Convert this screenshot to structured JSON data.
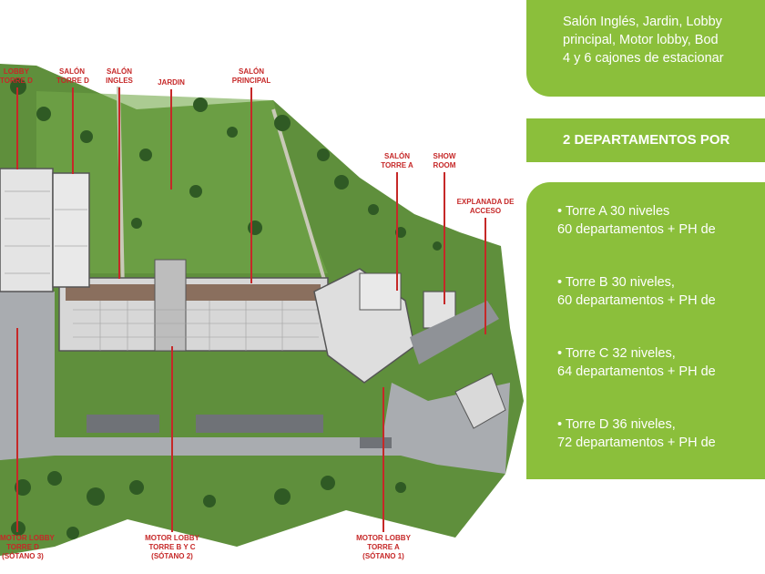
{
  "colors": {
    "accent_green": "#8bbf3b",
    "label_red": "#c62828",
    "lawn": "#5f8f3c",
    "pavement": "#a9acb0"
  },
  "amenities": {
    "lines": [
      "Salón Inglés, Jardin, Lobby",
      "principal, Motor lobby, Bod",
      "4 y 6 cajones de estacionar"
    ]
  },
  "departments": {
    "title": "2 DEPARTAMENTOS POR"
  },
  "towers": [
    {
      "line1": "• Torre A 30 niveles",
      "line2": "60 departamentos + PH de"
    },
    {
      "line1": "• Torre B 30 niveles,",
      "line2": "60 departamentos + PH de"
    },
    {
      "line1": "• Torre C 32 niveles,",
      "line2": "64 departamentos + PH de"
    },
    {
      "line1": "• Torre D 36 niveles,",
      "line2": "72 departamentos + PH de"
    }
  ],
  "plan_labels": {
    "lobby_d": [
      "LOBBY",
      "TORRE D"
    ],
    "salon_d": [
      "SALÓN",
      "TORRE D"
    ],
    "salon_ingles": [
      "SALÓN",
      "INGLES"
    ],
    "jardin": [
      "JARDIN"
    ],
    "salon_principal": [
      "SALÓN",
      "PRINCIPAL"
    ],
    "salon_a": [
      "SALÓN",
      "TORRE A"
    ],
    "show_room": [
      "SHOW",
      "ROOM"
    ],
    "explanada": [
      "EXPLANADA DE",
      "ACCESO"
    ],
    "motor_d": [
      "MOTOR LOBBY",
      "TORRE D",
      "(SÓTANO 3)"
    ],
    "motor_bc": [
      "MOTOR LOBBY",
      "TORRE B Y C",
      "(SÓTANO 2)"
    ],
    "motor_a": [
      "MOTOR LOBBY",
      "TORRE A",
      "(SÓTANO 1)"
    ]
  }
}
